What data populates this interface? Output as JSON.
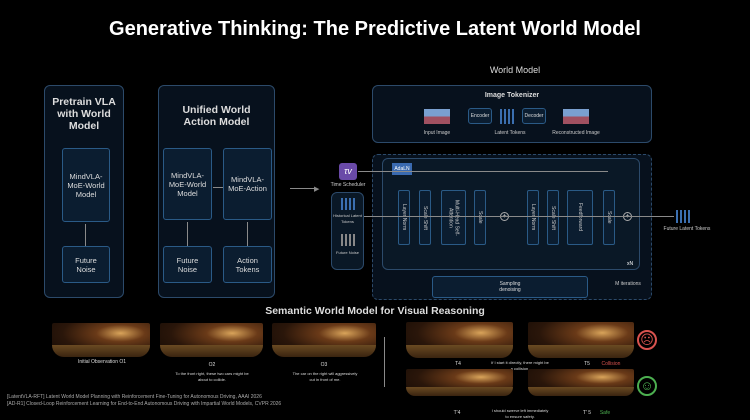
{
  "title": "Generative Thinking: The Predictive Latent World Model",
  "pretrain": {
    "title": "Pretrain VLA with World Model",
    "model": "MindVLA-MoE-World Model",
    "noise": "Future Noise"
  },
  "unified": {
    "title": "Unified World Action Model",
    "world": "MindVLA-MoE-World Model",
    "action": "MindVLA-MoE-Action",
    "noise": "Future Noise",
    "tokens": "Action Tokens"
  },
  "world_model": {
    "label": "World Model",
    "tokenizer": {
      "title": "Image Tokenizer",
      "input": "Input Image",
      "encoder": "Encoder",
      "latent": "Latent Tokens",
      "decoder": "Decoder",
      "recon": "Reconstructed Image"
    },
    "tau": "τv",
    "time_scheduler": "Time Scheduler",
    "adaln": "AdaLN",
    "blocks": [
      "Layer Norm",
      "Scale Shift",
      "Multi-Head Self-Attention",
      "Scale",
      "Layer Norm",
      "Scale Shift",
      "Feedforward",
      "Scale"
    ],
    "xn": "xN",
    "historical": "Historical Latent Tokens",
    "future_noise": "Future Noise",
    "sampling": "Sampling denoising",
    "iterations": "M iterations",
    "future_latent": "Future Latent Tokens"
  },
  "semantic": {
    "title": "Semantic World Model for Visual Reasoning",
    "o1": "Initial Observation O1",
    "o2": "O2",
    "o2_note": "To the front right, these two cars might be about to collide.",
    "o3": "O3",
    "o3_note": "The car on the right will aggressively cut in front of me.",
    "t4": "T4",
    "t4_note": "If I start it directly, there might be a collision.",
    "t5": "T5",
    "collision": "Collision",
    "t4b": "T'4",
    "t4b_note": "I should swerve left immediately to ensure safety.",
    "t5b": "T' 5",
    "safe": "Safe",
    "bad_color": "#d9534f",
    "good_color": "#4caf50"
  },
  "refs": [
    "[LatentVLA-RFT] Latent World Model Planning with Reinforcement Fine-Tuning for Autonomous Driving, AAAI 2026",
    "[AD-R1] Closed-Loop Reinforcement Learning for End-to-End Autonomous Driving with Impartial World Models, CVPR 2026"
  ]
}
